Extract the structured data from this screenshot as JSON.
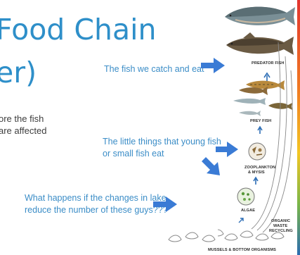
{
  "slide": {
    "title_line1": "Food Chain",
    "title_line2": "er)",
    "body_line1": "ore the fish",
    "body_line2": " are affected"
  },
  "callouts": {
    "fish_we_eat": "The fish we catch and eat",
    "little_things_line1": "The little things that young fish",
    "little_things_line2": "or small fish eat",
    "question_line1": "What happens if the changes in lake",
    "question_line2": "reduce the number of these guys???"
  },
  "diagram": {
    "predator_fish": "PREDATOR FISH",
    "prey_fish": "PREY FISH",
    "zooplankton_line1": "ZOOPLANKTON",
    "zooplankton_line2": "& MYSIS",
    "algae": "ALGAE",
    "organic_line1": "ORGANIC",
    "organic_line2": "WASTE",
    "organic_line3": "RECYCLING",
    "mussels": "MUSSELS & BOTTOM ORGANISMS"
  },
  "colors": {
    "title": "#2e8fc9",
    "callout_text": "#3b8dc7",
    "arrow": "#3a7bd5",
    "body_text": "#3d3d3d"
  }
}
